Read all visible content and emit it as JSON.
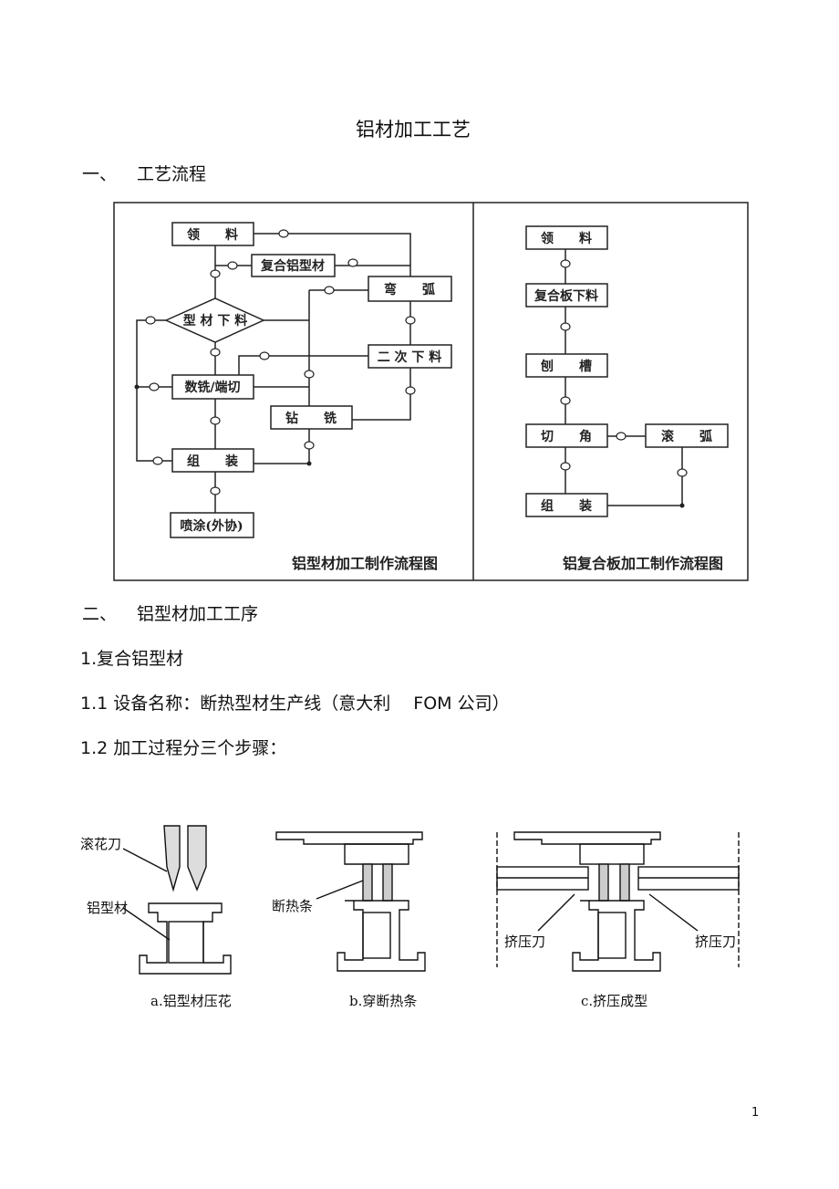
{
  "title": "铝材加工工艺",
  "section1": {
    "num": "一、",
    "label": "工艺流程"
  },
  "flow_left": {
    "caption": "铝型材加工制作流程图",
    "nodes": [
      "领　　料",
      "复合铝型材",
      "弯　　弧",
      "型 材 下 料",
      "二 次 下 料",
      "数铣/端切",
      "钻　　铣",
      "组　　装",
      "喷涂(外协)"
    ]
  },
  "flow_right": {
    "caption": "铝复合板加工制作流程图",
    "nodes": [
      "领　　料",
      "复合板下料",
      "刨　　槽",
      "切　　角",
      "滚　　弧",
      "组　　装"
    ]
  },
  "section2": {
    "num": "二、",
    "label": "铝型材加工工序"
  },
  "p1": "1.复合铝型材",
  "p11": "1.1 设备名称：断热型材生产线（意大利　 FOM 公司）",
  "p12": "1.2 加工过程分三个步骤：",
  "figures": {
    "a_labels": [
      "滚花刀",
      "铝型材"
    ],
    "a_caption": "a.铝型材压花",
    "b_labels": [
      "断热条"
    ],
    "b_caption": "b.穿断热条",
    "c_labels": [
      "挤压刀",
      "挤压刀"
    ],
    "c_caption": "c.挤压成型"
  },
  "page_number": "1"
}
